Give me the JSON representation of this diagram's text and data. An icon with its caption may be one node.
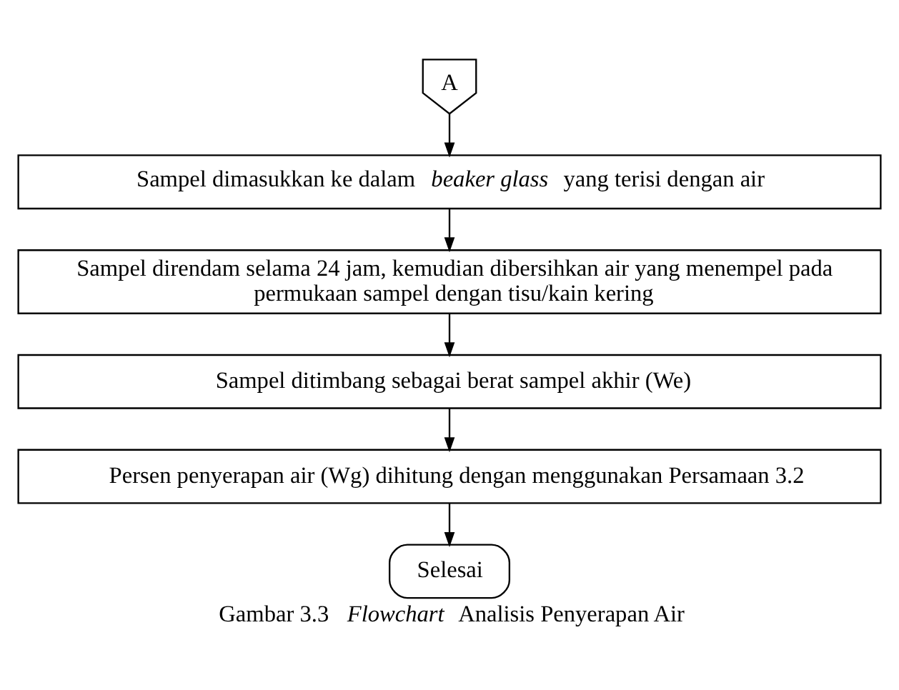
{
  "diagram": {
    "caption": "Gambar 3.3 *Flowchart* Analisis Penyerapan Air",
    "nodes": [
      {
        "text": [
          "A"
        ]
      },
      {
        "text": [
          "Sampel dimasukkan ke dalam *beaker glass* yang terisi dengan air"
        ]
      },
      {
        "text": [
          "Sampel direndam selama 24 jam, kemudian dibersihkan air yang menempel pada permukaan sampel dengan tisu/kain kering"
        ]
      },
      {
        "text": [
          "Sampel ditimbang sebagai berat sampel akhir (We)"
        ]
      },
      {
        "text": [
          "Persen penyerapan air (Wg) dihitung dengan menggunakan Persamaan 3.2"
        ]
      },
      {
        "text": [
          "Selesai"
        ]
      }
    ],
    "edges": [
      {
        "from": 0,
        "to": 1,
        "arrow": "to"
      },
      {
        "from": 1,
        "to": 2,
        "arrow": "to"
      },
      {
        "from": 2,
        "to": 3,
        "arrow": "to"
      },
      {
        "from": 3,
        "to": 4,
        "arrow": "to"
      },
      {
        "from": 4,
        "to": 5,
        "arrow": "to"
      }
    ]
  }
}
